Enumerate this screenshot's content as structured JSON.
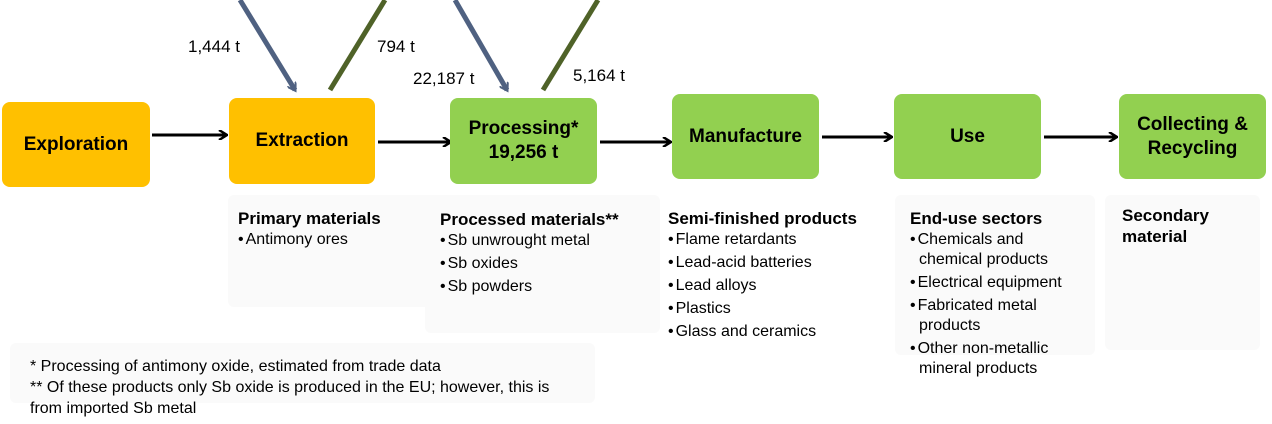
{
  "stages": [
    {
      "label": "Exploration"
    },
    {
      "label": "Extraction"
    },
    {
      "label": "Processing*",
      "value": "19,256 t"
    },
    {
      "label": "Manufacture"
    },
    {
      "label": "Use"
    },
    {
      "label": "Collecting & Recycling"
    }
  ],
  "flows": {
    "extraction_in": "1,444 t",
    "extraction_out": "794 t",
    "processing_in": "22,187 t",
    "processing_out": "5,164 t"
  },
  "blocks": {
    "primary": {
      "title": "Primary materials",
      "items": [
        "Antimony ores"
      ]
    },
    "processed": {
      "title": "Processed materials**",
      "items": [
        "Sb unwrought  metal",
        "Sb oxides",
        "Sb powders"
      ]
    },
    "semi": {
      "title": "Semi-finished products",
      "items": [
        "Flame retardants",
        "Lead-acid batteries",
        "Lead alloys",
        "Plastics",
        "Glass and ceramics"
      ]
    },
    "enduse": {
      "title": "End-use sectors",
      "items": [
        "Chemicals and chemical products",
        "Electrical equipment",
        "Fabricated metal products",
        "Other non-metallic mineral products"
      ]
    },
    "secondary": {
      "title": "Secondary material"
    }
  },
  "footnotes": [
    "* Processing of antimony oxide, estimated from trade data",
    "** Of these products only Sb oxide is produced in the EU; however, this is from imported Sb metal"
  ],
  "colors": {
    "orange": "#FFC000",
    "green": "#92D050",
    "import": "#4F6181",
    "export": "#4F6228"
  }
}
